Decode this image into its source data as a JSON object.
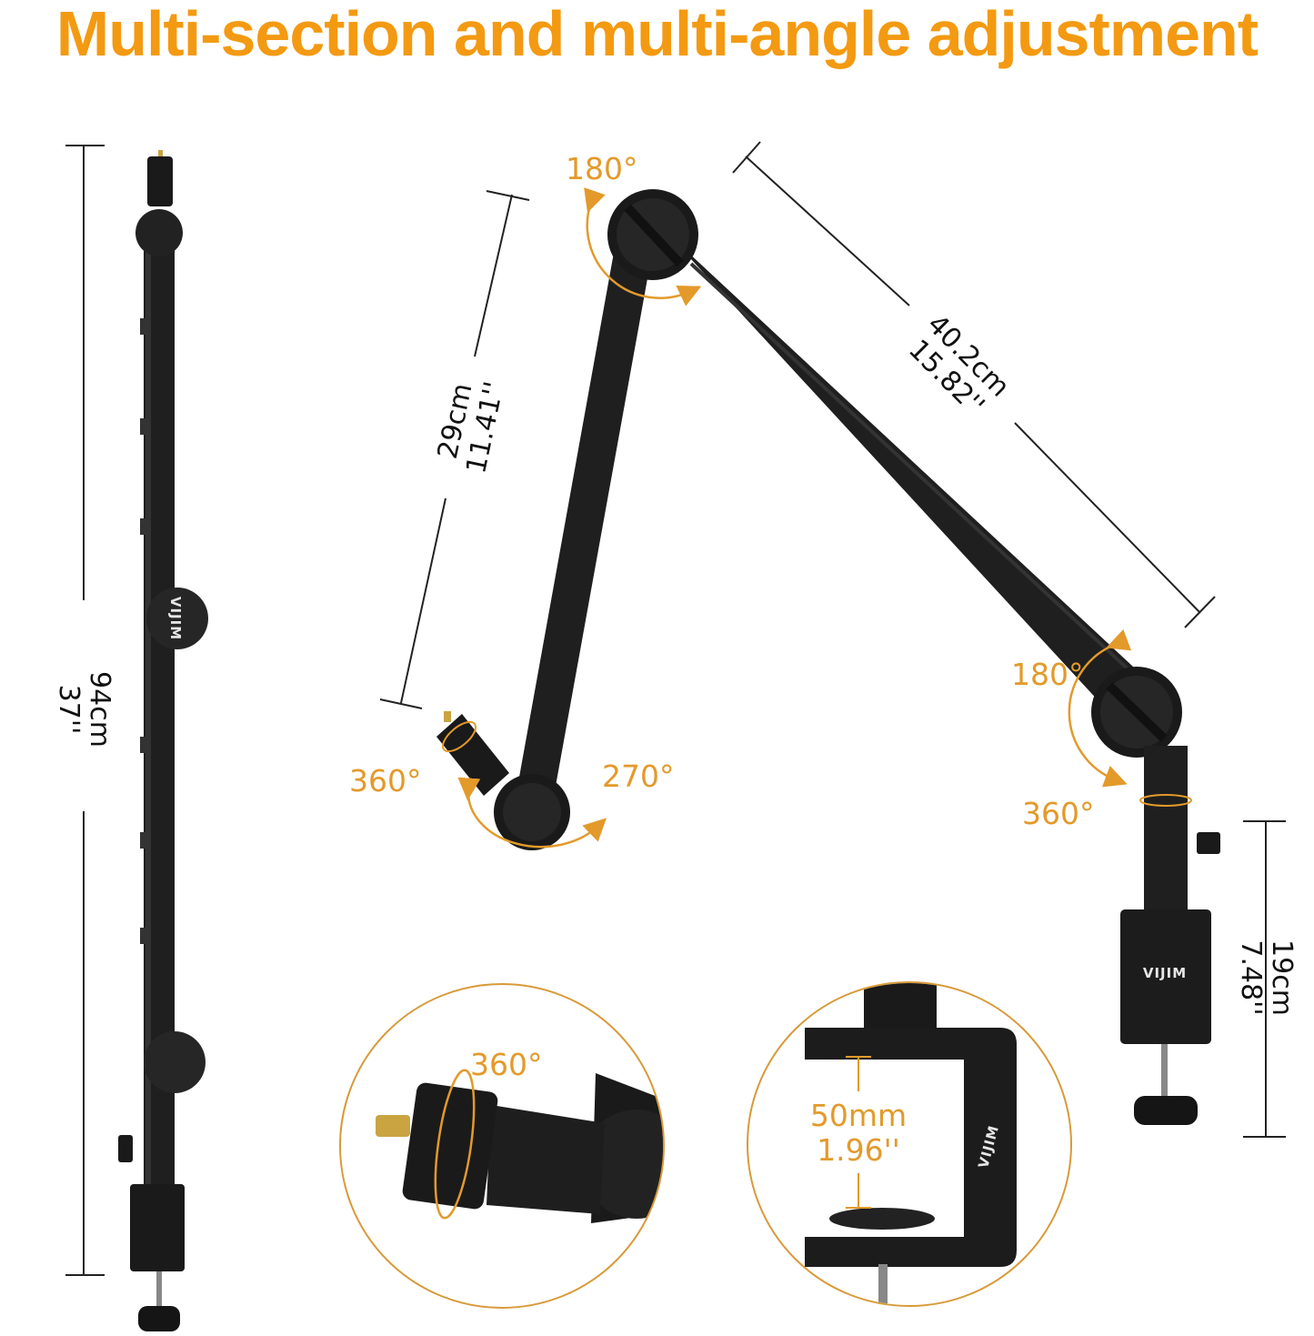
{
  "header": {
    "title": "Multi-section and multi-angle adjustment"
  },
  "brand": {
    "logo_text": "VIJIM"
  },
  "colors": {
    "accent": "#f39a12",
    "angle_label": "#e39a2b",
    "arm": "#1c1c1c",
    "background": "#ffffff"
  },
  "dimensions": {
    "total_length": {
      "metric": "94cm",
      "imperial": "37''"
    },
    "lower_arm": {
      "metric": "29cm",
      "imperial": "11.41''"
    },
    "upper_arm": {
      "metric": "40.2cm",
      "imperial": "15.82''"
    },
    "riser": {
      "metric": "19cm",
      "imperial": "7.48''"
    },
    "clamp_opening": {
      "metric": "50mm",
      "imperial": "1.96''"
    }
  },
  "angles": {
    "top_joint": "180°",
    "screw_mount": "360°",
    "bottom_joint": "270°",
    "base_joint": "180°",
    "base_rotation": "360°",
    "detail_screw": "360°"
  }
}
